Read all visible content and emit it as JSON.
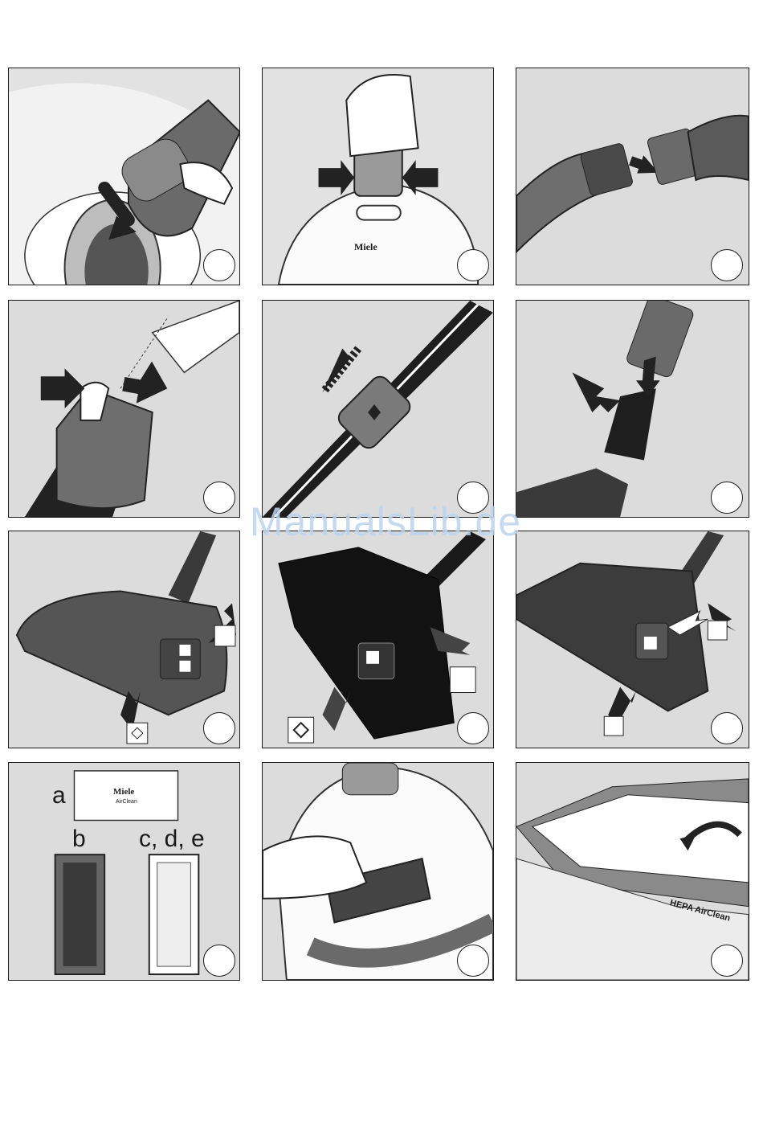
{
  "watermark": "ManualsLib.de",
  "brand": "Miele",
  "airclean_card": {
    "brand": "Miele",
    "subtitle": "AirClean"
  },
  "filter_labels": {
    "a": "a",
    "b": "b",
    "cde": "c, d, e"
  },
  "hepa_label": "HEPA AirClean",
  "colors": {
    "border": "#1a1a1a",
    "panel_bg": "#dcdcdc",
    "watermark": "#bcd3ee"
  },
  "icons": [
    "hose-connector-icon",
    "lid-release-icon",
    "hose-coupling-icon",
    "handle-release-icon",
    "telescopic-tube-icon",
    "tube-joint-icon",
    "floor-tool-carpet-icon",
    "floor-tool-hardfloor-icon",
    "turbo-floor-tool-icon",
    "filter-variants-icon",
    "carry-handle-icon",
    "hepa-filter-icon"
  ]
}
